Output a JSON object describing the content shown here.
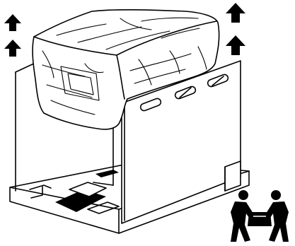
{
  "figure": {
    "kind": "packing-removal-illustration",
    "description_items": [
      "wrapped-printer",
      "shipping-box-sleeve",
      "box-base-tray",
      "upward-arrows",
      "two-person-lift-symbol"
    ]
  },
  "icons": {
    "lift_direction": "up-arrow-icon",
    "team_lift": "two-person-lift-icon"
  },
  "colors": {
    "ink": "#000000",
    "paper": "#ffffff"
  }
}
